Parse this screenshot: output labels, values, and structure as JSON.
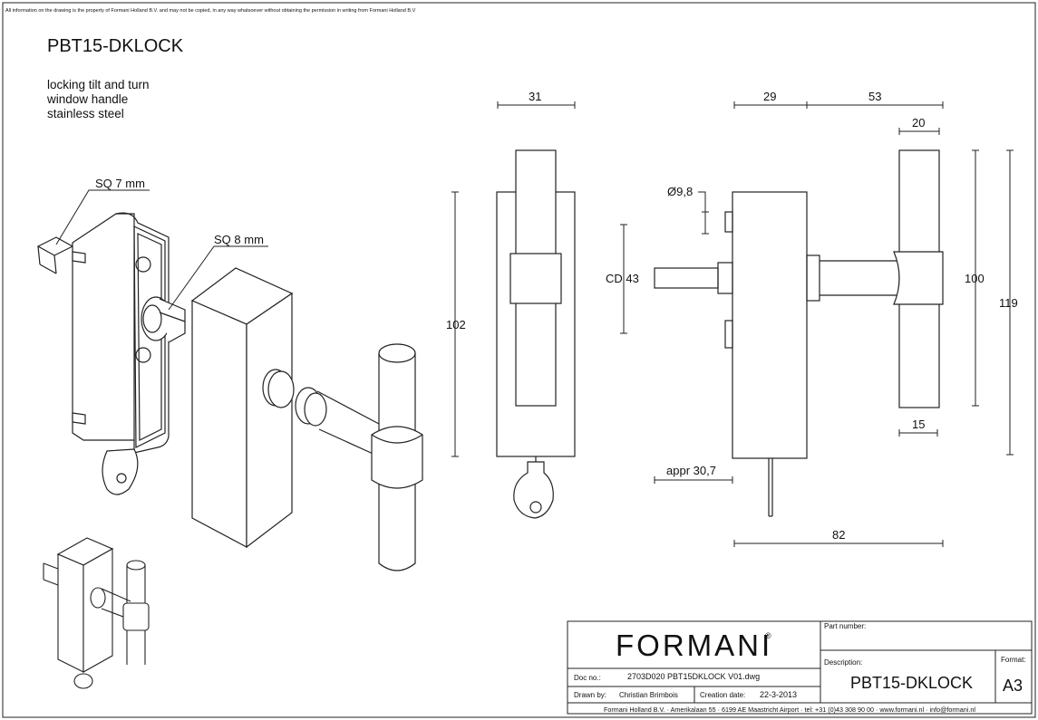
{
  "copyright": "All information on the drawing is the property of Formani Holland B.V. and may not be copied, in any way whatsoever without obtaining the permission in writing from Formani Holland B.V",
  "title": "PBT15-DKLOCK",
  "description_lines": [
    "locking tilt and turn",
    "window handle",
    "stainless steel"
  ],
  "labels": {
    "sq7": "SQ 7 mm",
    "sq8": "SQ 8 mm"
  },
  "dimensions": {
    "front_width": "31",
    "front_height": "102",
    "side_29": "29",
    "side_53": "53",
    "grip_20": "20",
    "dia": "Ø9,8",
    "cd": "CD 43",
    "h100": "100",
    "h119": "119",
    "grip_15": "15",
    "appr": "appr 30,7",
    "total_82": "82"
  },
  "title_block": {
    "logo": "FORMANI",
    "registered": "®",
    "part_number_label": "Part number:",
    "description_label": "Description:",
    "description": "PBT15-DKLOCK",
    "format_label": "Format:",
    "format": "A3",
    "doc_no_label": "Doc no.:",
    "doc_no": "2703D020 PBT15DKLOCK V01.dwg",
    "drawn_by_label": "Drawn by:",
    "drawn_by": "Christian Brimbois",
    "creation_date_label": "Creation date:",
    "creation_date": "22-3-2013",
    "footer": "Formani Holland B.V. · Amerikalaan 55 · 6199 AE Maastricht Airport · tel: +31 (0)43 308 90 00 · www.formani.nl · info@formani.nl"
  }
}
